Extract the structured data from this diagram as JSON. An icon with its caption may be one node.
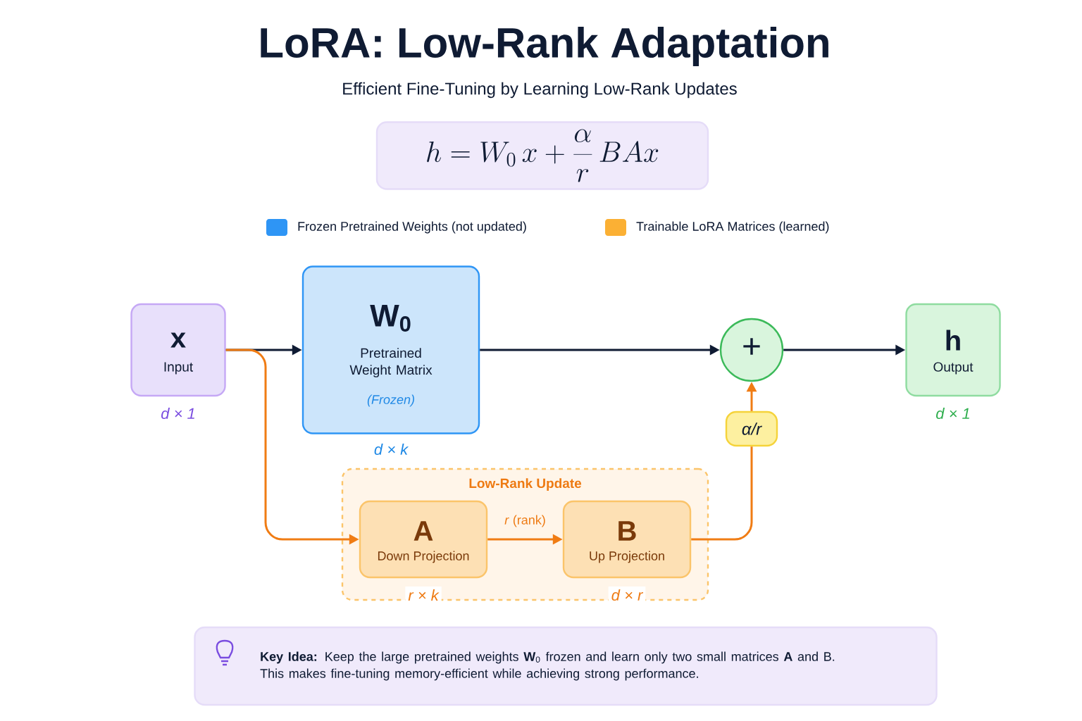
{
  "diagram": {
    "title": "LoRA: Low-Rank Adaptation",
    "nodes": [
      {
        "text": [
          "h = W_{0}\\,x + \\frac{\\alpha}{r}\\,BAx"
        ]
      },
      {
        "text": [
          "x",
          "Input"
        ],
        "beside": [
          "d × 1"
        ]
      },
      {
        "text": [
          "W$_{0}$",
          "Pretrained Weight Matrix",
          "(Frozen)"
        ],
        "beside": [
          "d × k"
        ]
      },
      {
        "text": [
          "+"
        ]
      },
      {
        "text": [
          "h",
          "Output"
        ],
        "beside": [
          "d × 1"
        ]
      },
      {
        "text": [
          "Low-Rank Update"
        ]
      },
      {
        "text": [
          "A",
          "Down Projection"
        ],
        "in": 5,
        "beside": [
          "r × k"
        ]
      },
      {
        "text": [
          "B",
          "Up Projection"
        ],
        "in": 5,
        "beside": [
          "d × r"
        ]
      },
      {
        "text": [
          "α/r"
        ]
      },
      {
        "text": [
          "**Key Idea:** Keep the large pretrained weights **W**$_{0}$ frozen and learn only two small matrices **A** and B. This makes fine-tuning memory-efficient while achieving strong performance."
        ]
      }
    ],
    "edges": [
      {
        "from": 1,
        "to": 2,
        "arrow": "to",
        "color": "#0f1b33"
      },
      {
        "from": 2,
        "to": 3,
        "arrow": "to",
        "color": "#0f1b33"
      },
      {
        "from": 3,
        "to": 4,
        "arrow": "to",
        "color": "#0f1b33"
      },
      {
        "from": 1,
        "to": 6,
        "arrow": "to",
        "color": "#f07c14"
      },
      {
        "from": 6,
        "to": 7,
        "arrow": "to",
        "label": "*r* (rank)",
        "color": "#f07c14"
      },
      {
        "from": 7,
        "to": 8,
        "arrow": "none",
        "color": "#f07c14"
      },
      {
        "from": 8,
        "to": 3,
        "arrow": "to",
        "color": "#f07c14"
      }
    ],
    "labels": [
      "Efficient Fine-Tuning by Learning Low-Rank Updates"
    ],
    "legend": [
      {
        "text": "Frozen Pretrained Weights (not updated)",
        "color": "#2e95f5"
      },
      {
        "text": "Trainable LoRA Matrices (learned)",
        "color": "#fbb034"
      }
    ]
  }
}
